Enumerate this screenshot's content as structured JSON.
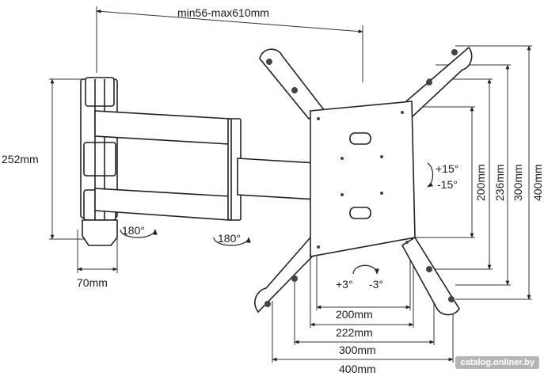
{
  "dimensions": {
    "arm_reach": "min56-max610mm",
    "wall_plate_height": "252mm",
    "wall_plate_width": "70mm",
    "vesa_v1": "200mm",
    "vesa_v2": "236mm",
    "vesa_v3": "300mm",
    "vesa_v4": "400mm",
    "vesa_h1": "200mm",
    "vesa_h2": "222mm",
    "vesa_h3": "300mm",
    "vesa_h4": "400mm"
  },
  "rotations": {
    "swivel_wall": "180°",
    "swivel_arm": "180°",
    "tilt_up": "+15°",
    "tilt_down": "-15°",
    "level_plus": "+3°",
    "level_minus": "-3°"
  },
  "watermark": "catalog.onliner.by"
}
